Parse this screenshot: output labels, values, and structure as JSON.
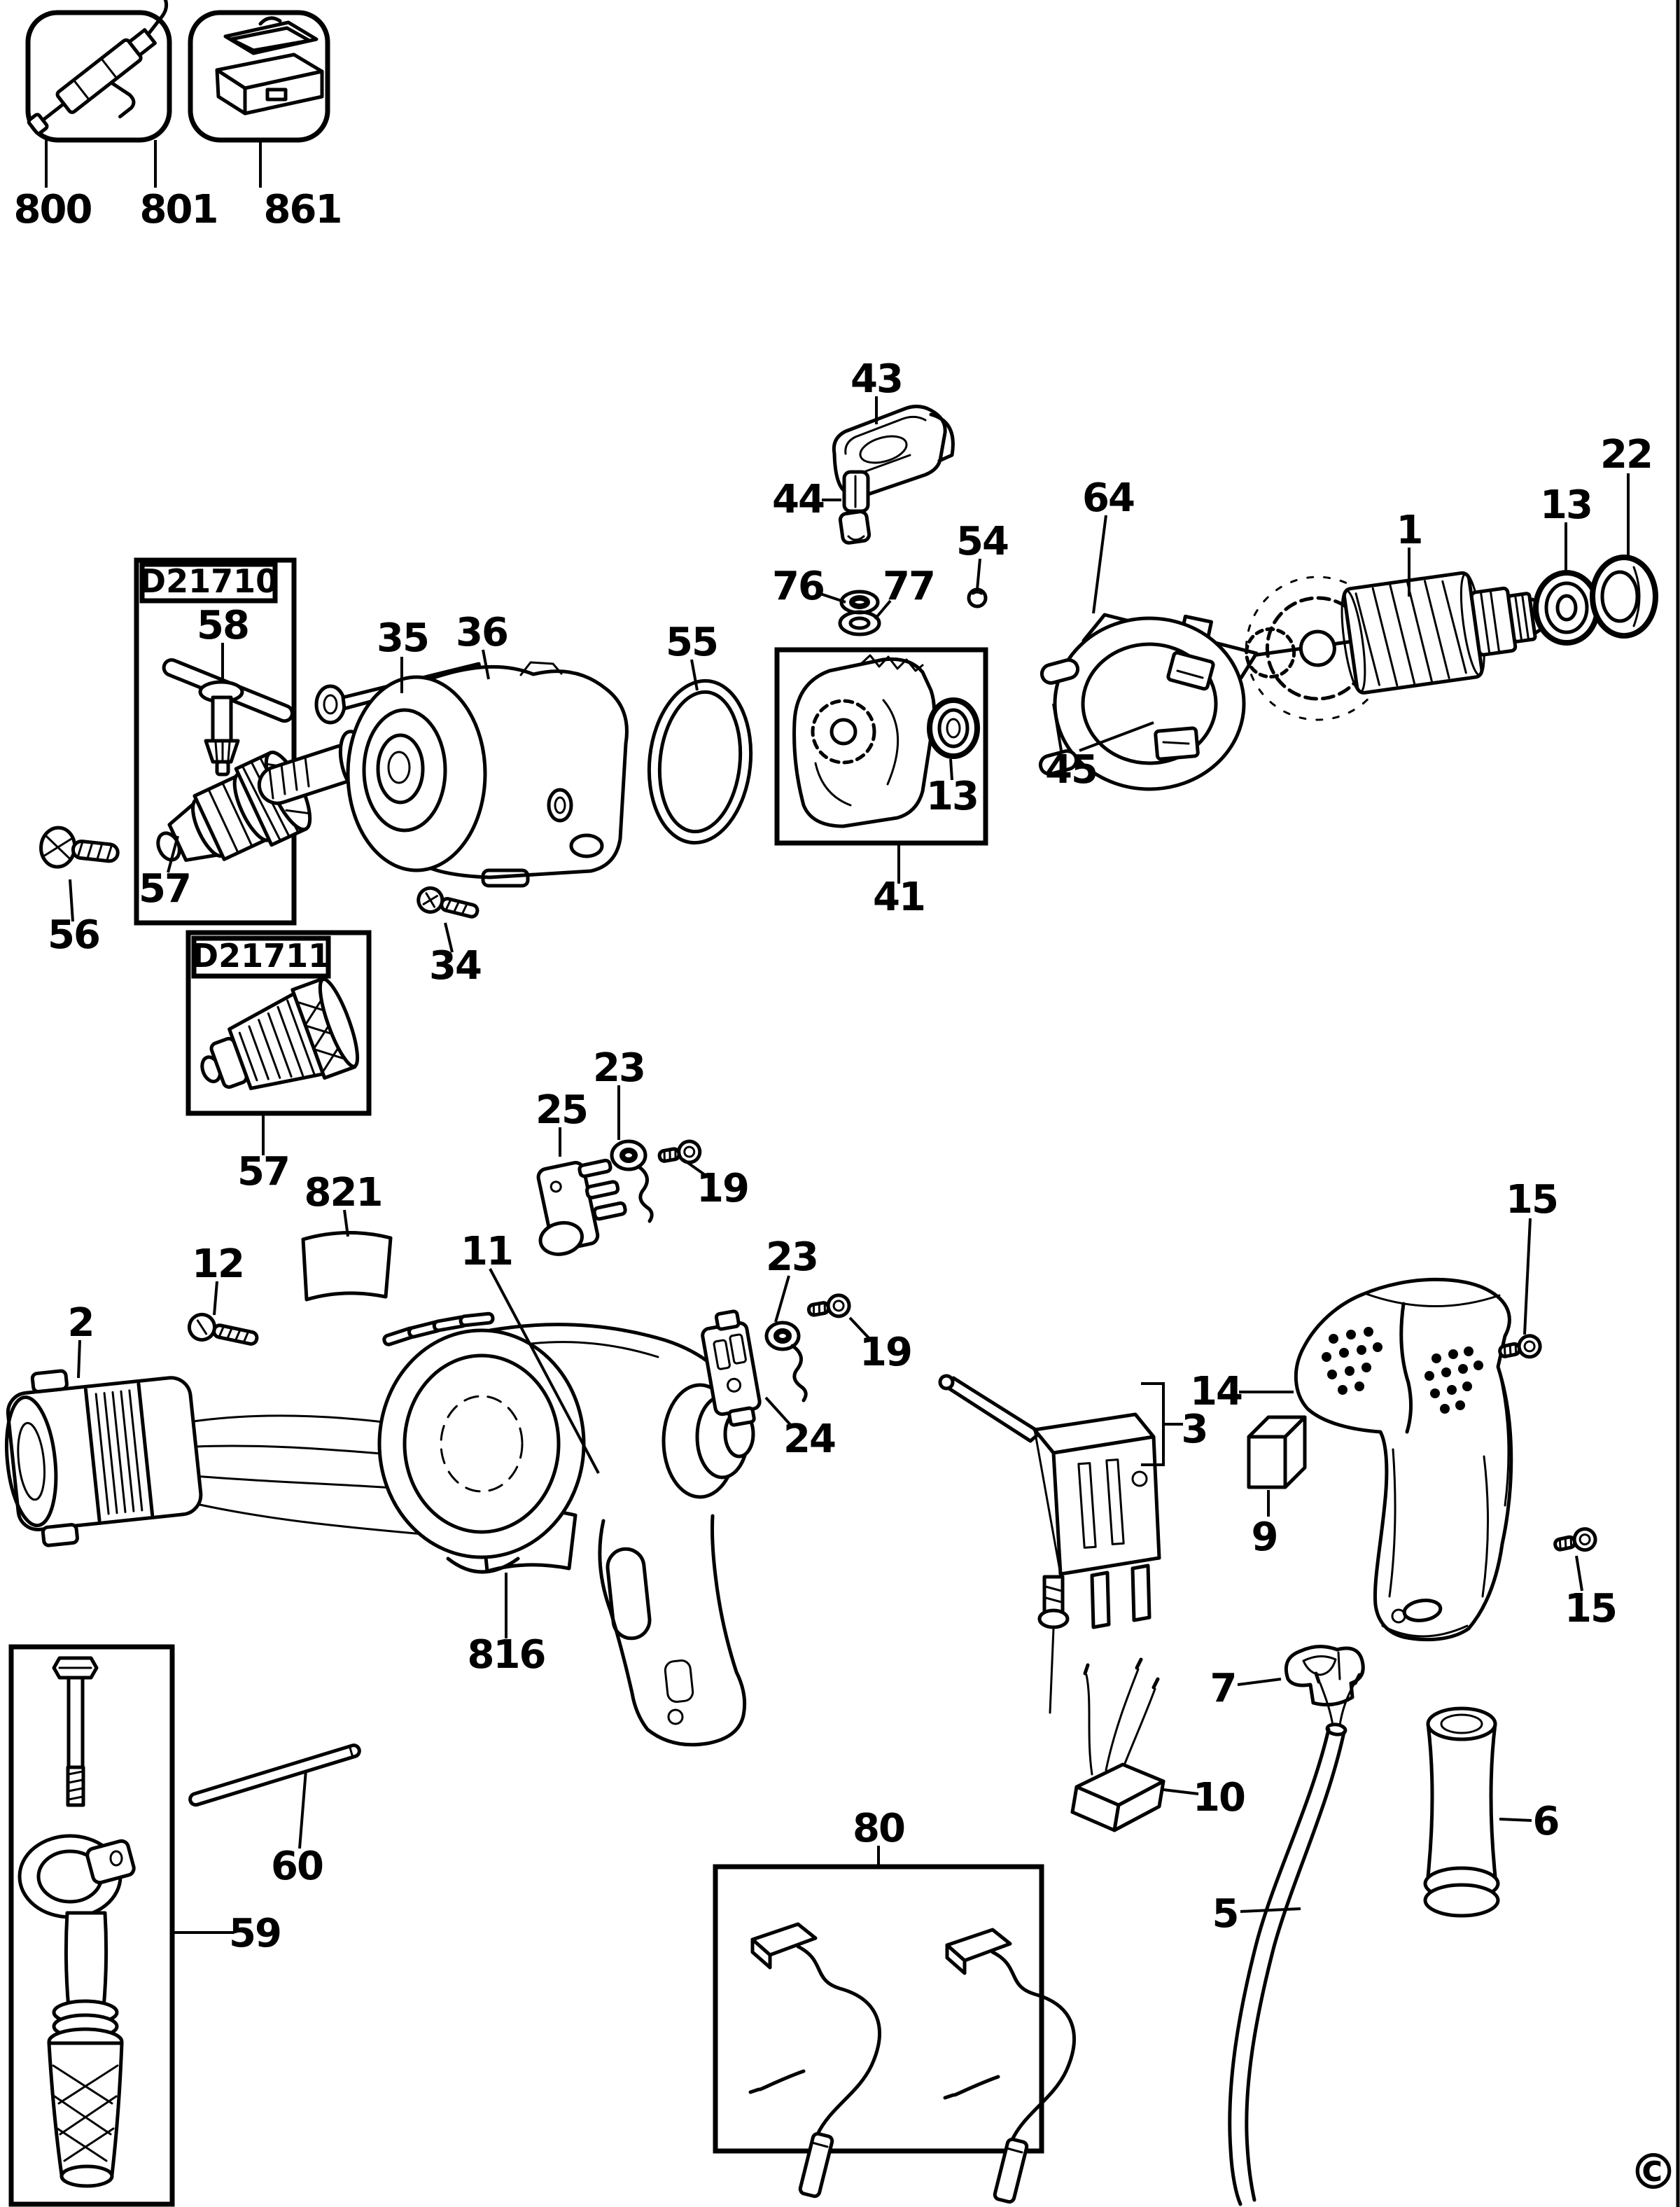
{
  "document": {
    "type": "exploded-parts-diagram",
    "copyright_mark": "©"
  },
  "boxes": {
    "d21710": "D21710",
    "d21711": "D21711"
  },
  "figures": {
    "accessory_800_801": "grease-gun",
    "accessory_861": "kit-box",
    "box_41": "gear-housing-assembly",
    "box_59": "side-handle-assembly",
    "box_80": "brush-set",
    "d21710_content": "keyed-chuck-and-key",
    "d21711_content": "keyless-chuck"
  },
  "callouts": {
    "c800": "800",
    "c801": "801",
    "c861": "861",
    "c43": "43",
    "c44": "44",
    "c76": "76",
    "c77": "77",
    "c54": "54",
    "c64": "64",
    "c45": "45",
    "c1": "1",
    "c13a": "13",
    "c22": "22",
    "c58": "58",
    "c57a": "57",
    "c56": "56",
    "c35": "35",
    "c36": "36",
    "c34": "34",
    "c55": "55",
    "c13b": "13",
    "c41": "41",
    "c57b": "57",
    "c25": "25",
    "c23a": "23",
    "c19a": "19",
    "c821": "821",
    "c11": "11",
    "c12": "12",
    "c2": "2",
    "c23b": "23",
    "c19b": "19",
    "c24": "24",
    "c3": "3",
    "c14": "14",
    "c15a": "15",
    "c9": "9",
    "c15b": "15",
    "c7": "7",
    "c10": "10",
    "c6": "6",
    "c5": "5",
    "c59": "59",
    "c60": "60",
    "c80": "80",
    "c816": "816",
    "copyright": "©"
  }
}
